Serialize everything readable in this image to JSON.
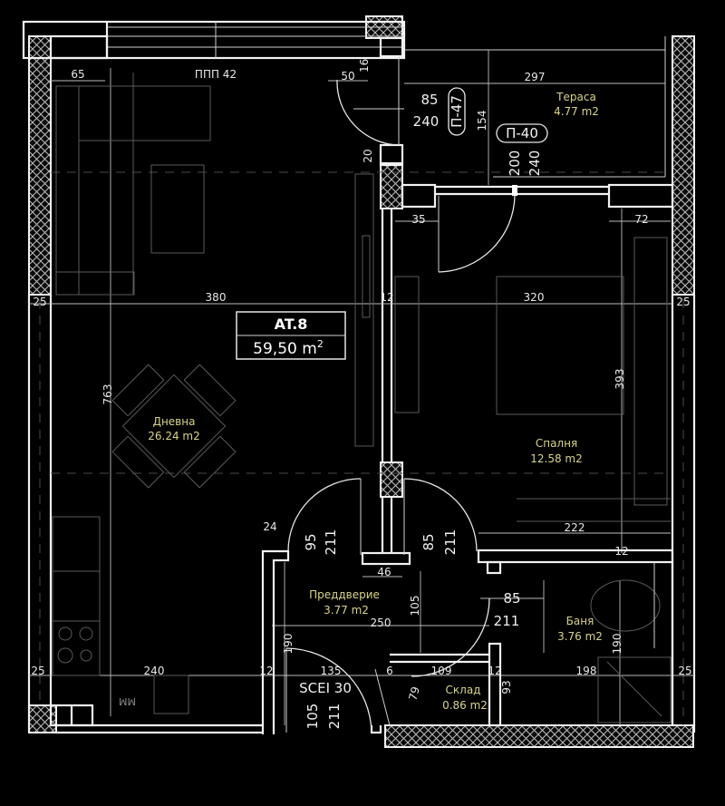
{
  "apartment": {
    "id": "AT.8",
    "area_value": "59,50 m",
    "area_sup": "2"
  },
  "rooms": [
    {
      "key": "living",
      "name": "Дневна",
      "area": "26.24 m2"
    },
    {
      "key": "bedroom",
      "name": "Спалня",
      "area": "12.58 m2"
    },
    {
      "key": "terrace",
      "name": "Тераса",
      "area": "4.77 m2"
    },
    {
      "key": "hall",
      "name": "Преддверие",
      "area": "3.77 m2"
    },
    {
      "key": "bath",
      "name": "Баня",
      "area": "3.76 m2"
    },
    {
      "key": "storage",
      "name": "Склад",
      "area": "0.86 m2"
    }
  ],
  "tags": {
    "window_top": "ППП 42",
    "door_terrace_1": "П-47",
    "door_terrace_2": "П-40",
    "entrance_door": "SCEI 30",
    "kitchen_mark": "MM"
  },
  "dimensions": {
    "d65": "65",
    "d50": "50",
    "d16": "16",
    "d297": "297",
    "d85_top": "85",
    "d240_top": "240",
    "d154": "154",
    "d200": "200",
    "d240_terrace": "240",
    "d20": "20",
    "d35": "35",
    "d72": "72",
    "d25_left": "25",
    "d380": "380",
    "d12_mid": "12",
    "d320": "320",
    "d25_right": "25",
    "d763": "763",
    "d393": "393",
    "d24": "24",
    "d95": "95",
    "d211_a": "211",
    "d85_b": "85",
    "d211_b": "211",
    "d222": "222",
    "d12_bath": "12",
    "d46": "46",
    "d105_hall": "105",
    "d85_bath": "85",
    "d211_bath": "211",
    "d250": "250",
    "d190_hall": "190",
    "d190_bath": "190",
    "d25_bl": "25",
    "d240_bottom": "240",
    "d12_bl": "12",
    "d135": "135",
    "d6": "6",
    "d109": "109",
    "d12_br": "12",
    "d198": "198",
    "d25_br": "25",
    "d79": "79",
    "d93": "93",
    "d105_entry": "105",
    "d211_entry": "211"
  },
  "colors": {
    "background": "#000000",
    "walls": "#f2f2f2",
    "room_labels": "#d8d48a"
  }
}
